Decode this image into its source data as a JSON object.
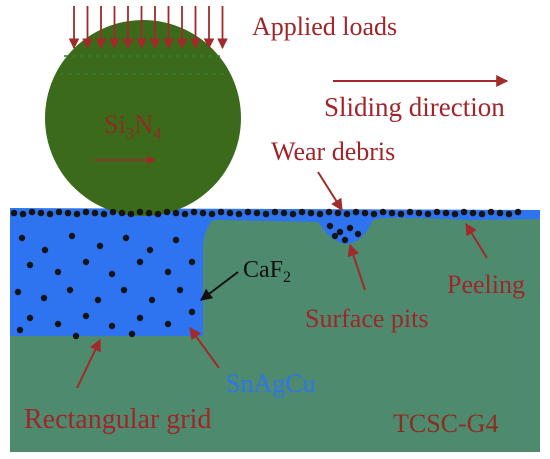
{
  "labels": {
    "applied_loads": "Applied loads",
    "sliding_direction": "Sliding direction",
    "ball_material_main": "Si",
    "ball_material_sub1": "3",
    "ball_material_mid": "N",
    "ball_material_sub2": "4",
    "wear_debris": "Wear debris",
    "caf2_main": "CaF",
    "caf2_sub": "2",
    "peeling": "Peeling",
    "surface_pits": "Surface pits",
    "snagcu": "SnAgCu",
    "rectangular_grid": "Rectangular grid",
    "specimen": "TCSC-G4"
  },
  "colors": {
    "label_red": "#a0252a",
    "arrow_red": "#a12a2a",
    "ball_green": "#3b6a1b",
    "substrate_green": "#4e8b6e",
    "lubricant_blue": "#2e73f0",
    "particle_black": "#141414",
    "snagcu_blue": "#2e73f0"
  }
}
